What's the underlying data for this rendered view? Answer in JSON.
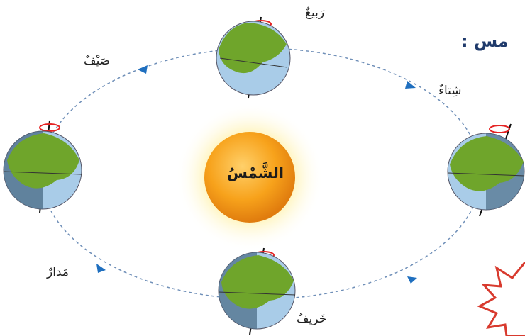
{
  "page": {
    "heading": "مس :"
  },
  "diagram": {
    "sun_label": "الشَّمْسُ",
    "seasons": {
      "spring": "رَبيعٌ",
      "summer": "صَيْفٌ",
      "winter": "شِتاءٌ",
      "autumn": "خَريفٌ"
    },
    "orbit_label": "مَدارٌ"
  },
  "colors": {
    "orbit_line": "#6f8fb8",
    "arrow": "#1f6fbf",
    "sun_core": "#f7a21b",
    "sun_glow": "#fff1a8",
    "ocean": "#a9cce8",
    "land": "#6fa52b",
    "rotation_arrow": "#e52323",
    "heading": "#1f3a6b",
    "burst": "#d83a2e"
  }
}
